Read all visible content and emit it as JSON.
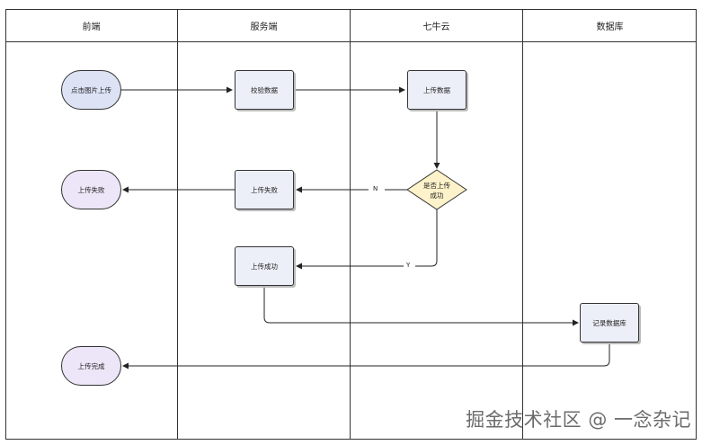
{
  "lanes": [
    "前端",
    "服务端",
    "七牛云",
    "数据库"
  ],
  "nodes": {
    "click_upload": "点击图片上传",
    "validate": "校验数据",
    "qiniu_upload": "上传数据",
    "decision_line1": "是否上传",
    "decision_line2": "成功",
    "fail_server": "上传失败",
    "fail_front": "上传失败",
    "success_server": "上传成功",
    "record_db": "记录数据库",
    "done": "上传完成"
  },
  "edge_labels": {
    "no": "N",
    "yes": "Y"
  },
  "watermark": "掘金技术社区 @ 一念杂记",
  "colors": {
    "start_fill": "#dde2f5",
    "end_fill": "#ece6f8",
    "box_fill": "#eceff7",
    "decision_fill": "#fdf2c9"
  }
}
